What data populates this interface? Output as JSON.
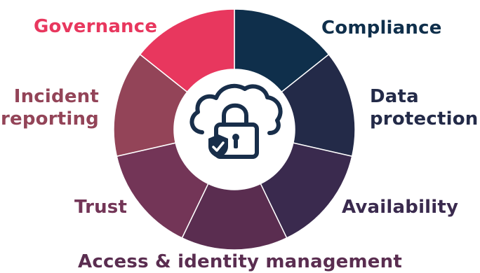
{
  "diagram": {
    "center_icon": "cloud-lock-shield-icon",
    "center_color": "#182e4a",
    "segments": [
      {
        "id": "compliance",
        "lines": [
          "Compliance"
        ],
        "color": "#0f2f4b"
      },
      {
        "id": "data-protection",
        "lines": [
          "Data",
          "protection"
        ],
        "color": "#232a48"
      },
      {
        "id": "availability",
        "lines": [
          "Availability"
        ],
        "color": "#3a2a4e"
      },
      {
        "id": "access-identity-management",
        "lines": [
          "Access & identity management"
        ],
        "color": "#5a2d50"
      },
      {
        "id": "trust",
        "lines": [
          "Trust"
        ],
        "color": "#733557"
      },
      {
        "id": "incident-reporting",
        "lines": [
          "Incident",
          "reporting"
        ],
        "color": "#934458"
      },
      {
        "id": "governance",
        "lines": [
          "Governance"
        ],
        "color": "#e8375e"
      }
    ]
  }
}
